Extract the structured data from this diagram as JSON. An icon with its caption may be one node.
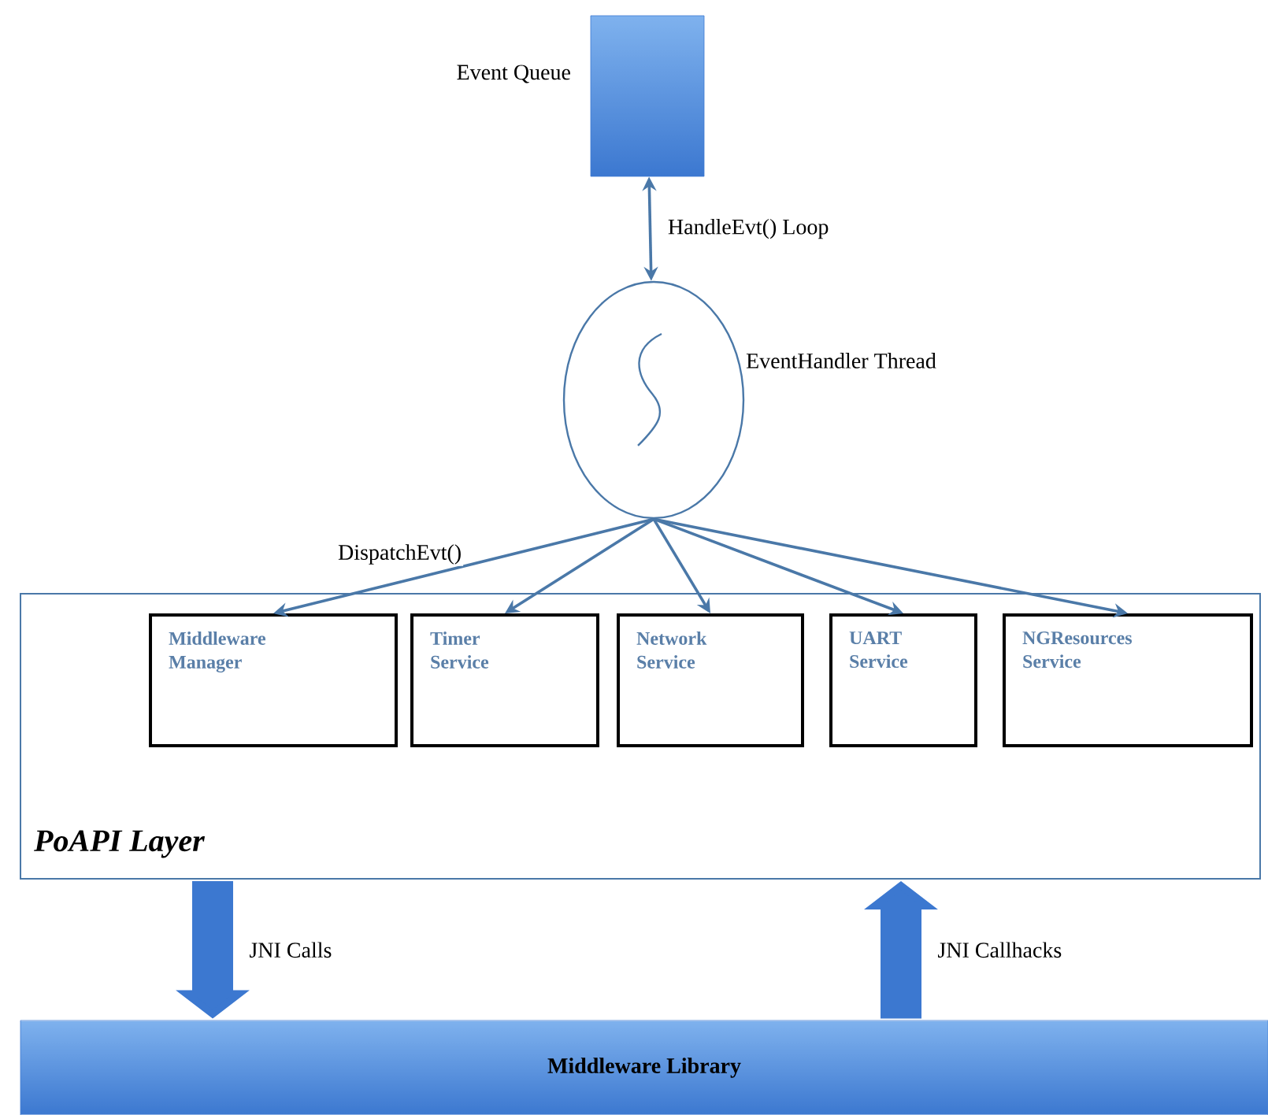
{
  "diagram": {
    "nodes": [
      {
        "text": [
          "Event Queue"
        ]
      },
      {
        "text": [
          "EventHandler Thread"
        ]
      },
      {
        "text": [
          "PoAPI Layer"
        ]
      },
      {
        "text": [
          "Middleware Manager"
        ],
        "in": 2
      },
      {
        "text": [
          "Timer Service"
        ],
        "in": 2
      },
      {
        "text": [
          "Network Service"
        ],
        "in": 2
      },
      {
        "text": [
          "UART Service"
        ],
        "in": 2
      },
      {
        "text": [
          "NGResources Service"
        ],
        "in": 2
      },
      {
        "text": [
          "Middleware Library"
        ]
      }
    ],
    "edges": [
      {
        "from": 0,
        "to": 1,
        "arrow": "both",
        "label": "HandleEvt() Loop"
      },
      {
        "from": 1,
        "to": 3,
        "arrow": "to",
        "label": "DispatchEvt()"
      },
      {
        "from": 1,
        "to": 4,
        "arrow": "to"
      },
      {
        "from": 1,
        "to": 5,
        "arrow": "to"
      },
      {
        "from": 1,
        "to": 6,
        "arrow": "to"
      },
      {
        "from": 1,
        "to": 7,
        "arrow": "to"
      },
      {
        "from": 2,
        "to": 8,
        "arrow": "to",
        "label": "JNI Calls",
        "style": "thick"
      },
      {
        "from": 8,
        "to": 2,
        "arrow": "to",
        "label": "JNI Callhacks",
        "style": "thick"
      }
    ]
  }
}
